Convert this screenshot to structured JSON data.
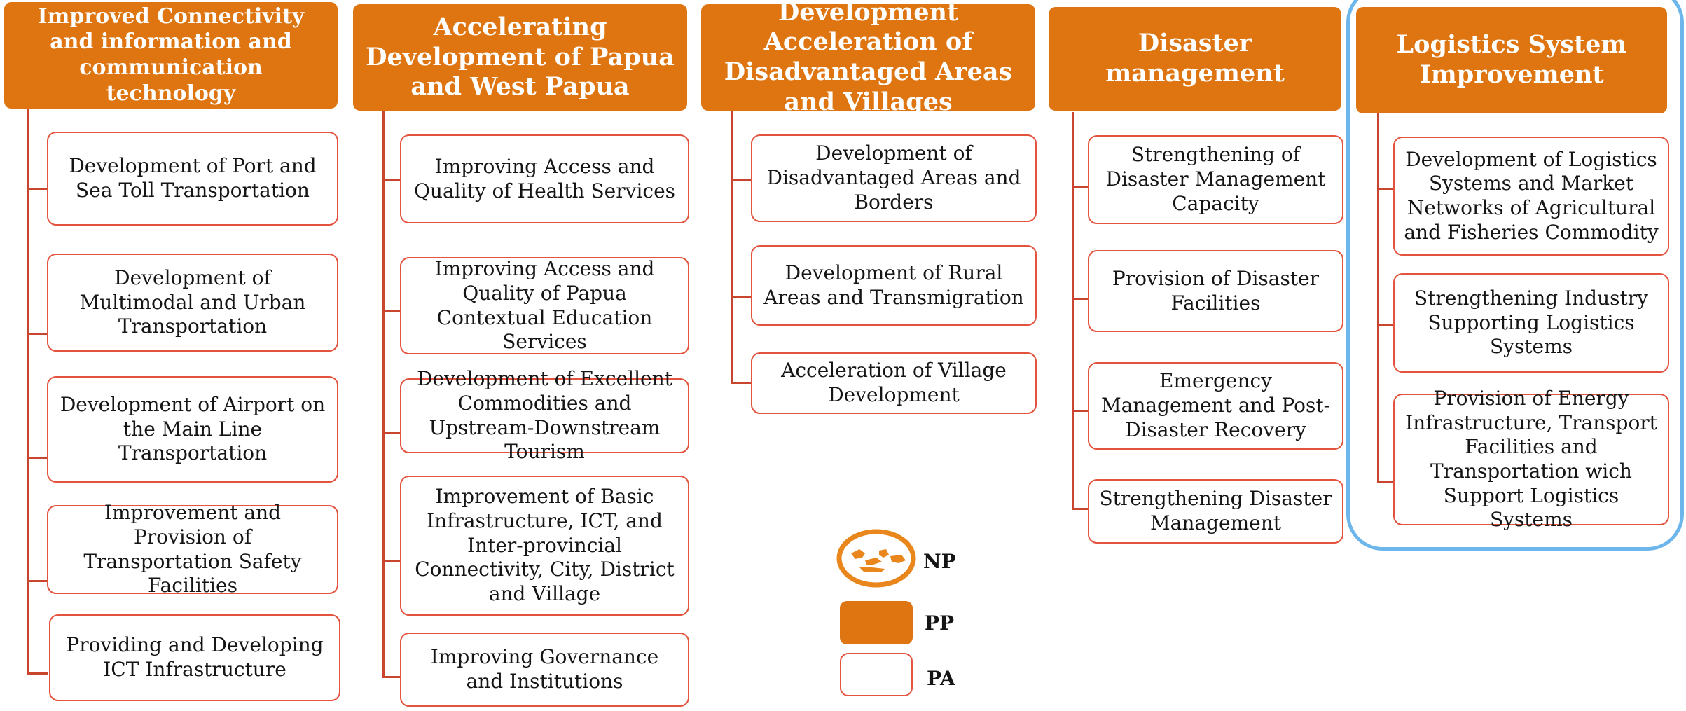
{
  "columns": [
    {
      "header": "Improved Connectivity and information and communication technology",
      "items": [
        "Development of Port and Sea Toll Transportation",
        "Development of Multimodal and Urban Transportation",
        "Development of Airport on the Main Line Transportation",
        "Improvement and Provision of Transportation Safety Facilities",
        "Providing and Developing ICT Infrastructure"
      ]
    },
    {
      "header": "Accelerating Development of Papua and West Papua",
      "items": [
        "Improving Access and Quality of Health Services",
        "Improving Access and Quality of Papua Contextual Education Services",
        "Development of Excellent Commodities and Upstream-Downstream Tourism",
        "Improvement of Basic Infrastructure, ICT, and Inter-provincial Connectivity, City, District and Village",
        "Improving Governance and Institutions"
      ]
    },
    {
      "header": "Development Acceleration of Disadvantaged Areas and Villages",
      "items": [
        "Development of Disadvantaged Areas and Borders",
        "Development of Rural Areas and Transmigration",
        "Acceleration of Village Development"
      ]
    },
    {
      "header": "Disaster management",
      "items": [
        "Strengthening of Disaster Management Capacity",
        "Provision of Disaster Facilities",
        "Emergency Management and Post-Disaster Recovery",
        "Strengthening Disaster Management"
      ]
    },
    {
      "header": "Logistics System Improvement",
      "items": [
        "Development of Logistics Systems and Market Networks of Agricultural and Fisheries Commodity",
        "Strengthening Industry Supporting Logistics Systems",
        "Provision of Energy Infrastructure, Transport Facilities and Transportation wich Support Logistics Systems"
      ]
    }
  ],
  "legend": {
    "np": "NP",
    "pp": "PP",
    "pa": "PA"
  },
  "colors": {
    "header": "#DE7510",
    "box_border": "#E4533D",
    "connector": "#C9452E",
    "highlight": "#6DB6EC"
  }
}
